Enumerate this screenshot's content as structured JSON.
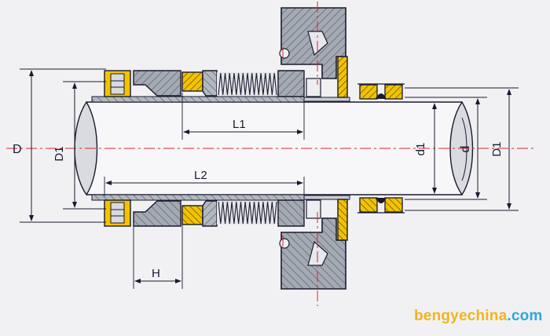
{
  "diagram": {
    "labels": {
      "D": "D",
      "D1_left": "D1",
      "L1": "L1",
      "L2": "L2",
      "H": "H",
      "d1": "d1",
      "d": "d",
      "D1_right": "D1"
    }
  },
  "watermark": {
    "main": "bengyechina",
    "domain": ".com"
  },
  "colors": {
    "line": "#1a1a2e",
    "centerline": "#e0222a",
    "seal_yellow": "#f3c300",
    "metal_fill": "#9aa1ab",
    "shaft_fill": "#f7f7fa",
    "background": "#f1f1f4"
  }
}
